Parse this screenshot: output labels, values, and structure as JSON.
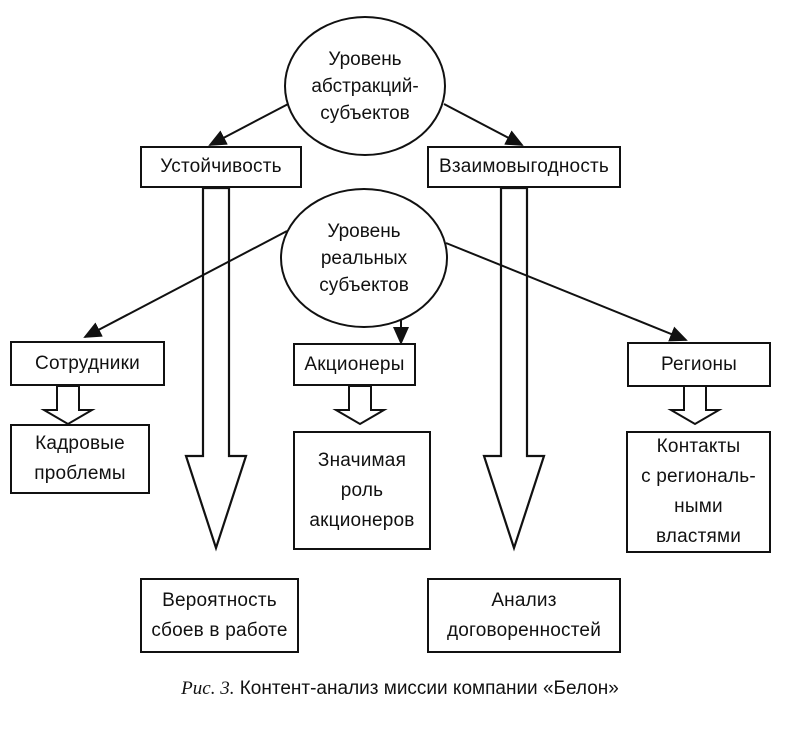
{
  "top_level": {
    "label": "Уровень\nабстракций-\nсубъектов"
  },
  "real_level": {
    "label": "Уровень\nреальных\nсубъектов"
  },
  "abstract_subjects": {
    "stability": "Устойчивость",
    "mutual_benefit": "Взаимовыгодность"
  },
  "real_subjects": {
    "employees": "Сотрудники",
    "shareholders": "Акционеры",
    "regions": "Регионы"
  },
  "outcomes": {
    "hr_problems": "Кадровые\nпроблемы",
    "shareholders_role": "Значимая\nроль\nакционеров",
    "regional_contacts": "Контакты\nс региональ-\nными\nвластями",
    "failure_probability": "Вероятность\nсбоев в работе",
    "agreements_analysis": "Анализ\nдоговоренностей"
  },
  "caption": {
    "prefix": "Рис. 3.",
    "text": " Контент-анализ миссии компании «Белон»"
  }
}
